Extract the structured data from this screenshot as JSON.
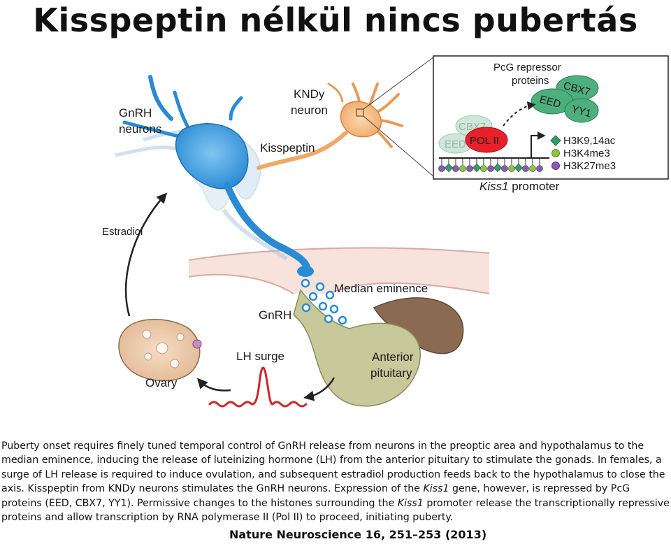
{
  "title": "Kisspeptin nélkül nincs pubertás",
  "diagram": {
    "labels": {
      "gnrh_neurons": [
        "GnRH",
        "neurons"
      ],
      "kndy_neuron": [
        "KNDy",
        "neuron"
      ],
      "kisspeptin": "Kisspeptin",
      "estradiol": "Estradiol",
      "median_eminence": "Median eminence",
      "gnrh": "GnRH",
      "anterior_pituitary": [
        "Anterior",
        "pituitary"
      ],
      "lh_surge": "LH surge",
      "ovary": "Ovary"
    },
    "inset": {
      "pcg_label": [
        "PcG repressor",
        "proteins"
      ],
      "proteins_free": [
        "CBX7",
        "EED",
        "YY1"
      ],
      "proteins_bound": [
        "CBX7",
        "EED"
      ],
      "pol2": "POL II",
      "promoter_label_italic": "Kiss1",
      "promoter_label_rest": " promoter",
      "legend": [
        {
          "label": "H3K9,14ac",
          "color": "#2e9e6a",
          "shape": "diamond"
        },
        {
          "label": "H3K4me3",
          "color": "#8cc63f",
          "shape": "circle"
        },
        {
          "label": "H3K27me3",
          "color": "#8a5bb0",
          "shape": "circle"
        }
      ]
    }
  },
  "caption": {
    "seg1": "Puberty onset requires finely tuned temporal control of GnRH release from neurons in the preoptic area and hypothalamus to the median eminence, inducing the release of luteinizing hormone (LH) from the anterior pituitary to stimulate the gonads. In females, a surge of LH release is required to induce ovulation, and subsequent estradiol production feeds back to the hypothalamus to close the axis. Kisspeptin from KNDy neurons stimulates the GnRH neurons. Expression of the ",
    "ital1": "Kiss1",
    "seg2": " gene, however, is repressed by PcG proteins (EED, CBX7, YY1). Permissive changes to the histones surrounding the ",
    "ital2": "Kiss1",
    "seg3": " promoter release the transcriptionally repressive proteins and allow transcription by RNA polymerase II (Pol II) to proceed, initiating puberty."
  },
  "citation": "Nature Neuroscience 16, 251–253 (2013)",
  "colors": {
    "gnrh_neuron": "#3a9ee0",
    "kndy_neuron": "#f3b77e",
    "pituitary_anterior": "#c8c99a",
    "pituitary_posterior": "#8a6b52",
    "lh_wave": "#d0262a",
    "pol2": "#e8202a",
    "pcg_protein": "#4caf7d"
  }
}
